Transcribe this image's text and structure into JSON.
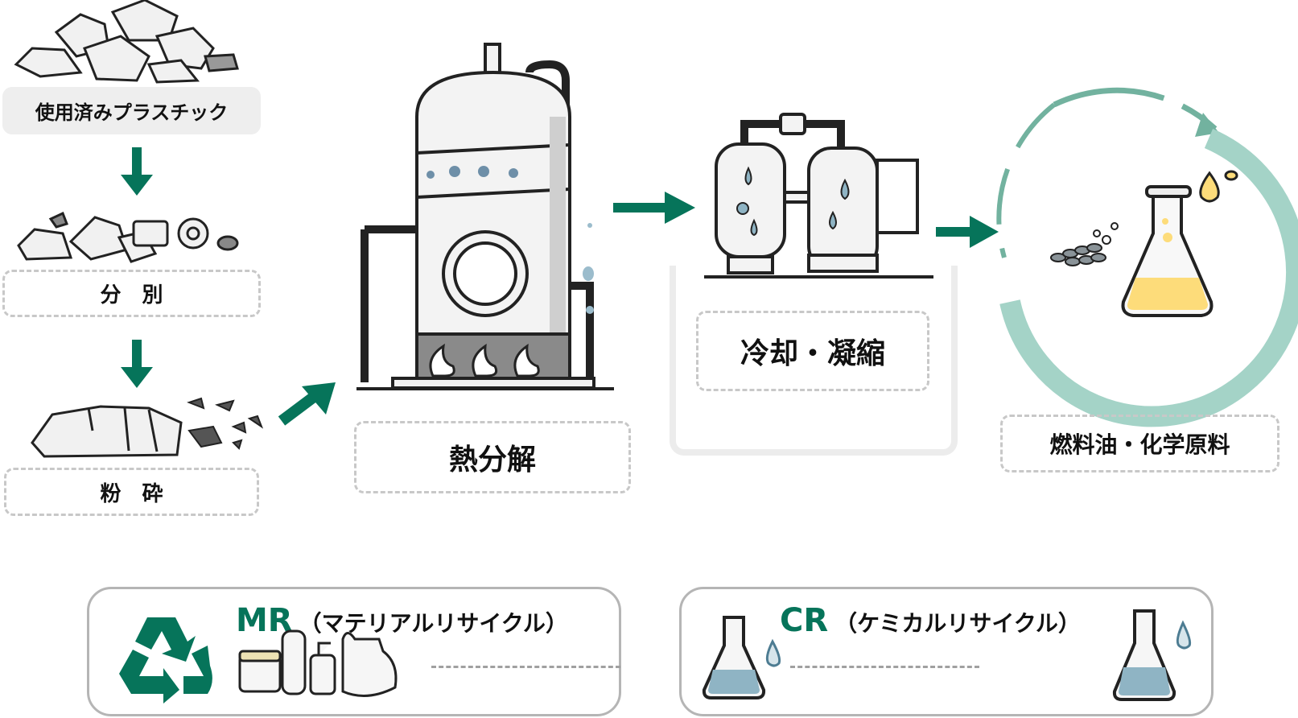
{
  "colors": {
    "accent": "#06745a",
    "cycle_light": "#a4d3c7",
    "cycle_mid": "#72b29f",
    "oil": "#fddc7a",
    "liquid": "#8fb4c4",
    "dash": "#c8c8c8"
  },
  "steps": {
    "used_plastic": "使用済みプラスチック",
    "sorting": "分　別",
    "crushing": "粉　砕",
    "pyrolysis": "熱分解",
    "cooling": "冷却・凝縮",
    "product": "燃料油・化学原料"
  },
  "legend": {
    "mr": {
      "abbr": "MR",
      "name": "（マテリアルリサイクル）",
      "icon": "recycle-icon"
    },
    "cr": {
      "abbr": "CR",
      "name": "（ケミカルリサイクル）",
      "icon": "flask-icon"
    }
  }
}
